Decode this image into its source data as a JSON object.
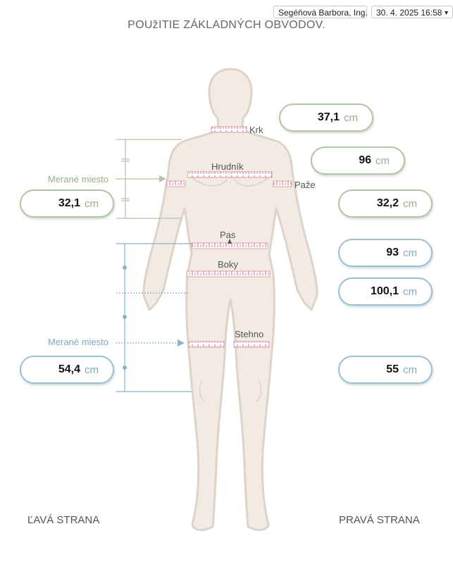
{
  "header": {
    "user": "Segéňová Barbora, Ing.",
    "datetime": "30. 4. 2025 16:58",
    "title": "POUžITIE ZÁKLADNÝCH OBVODOV."
  },
  "labels": {
    "neck": "Krk",
    "chest": "Hrudník",
    "arm": "Paže",
    "waist": "Pas",
    "hips": "Boky",
    "thigh": "Stehno",
    "measured_upper": "Merané miesto",
    "measured_lower": "Merané miesto",
    "left_side": "ĽAVÁ STRANA",
    "right_side": "PRAVÁ STRANA"
  },
  "unit": "cm",
  "measurements": {
    "neck": "37,1",
    "chest": "96",
    "arm_left": "32,1",
    "arm_right": "32,2",
    "waist": "93",
    "hips": "100,1",
    "thigh_left": "54,4",
    "thigh_right": "55"
  },
  "colors": {
    "upper_accent": "#b4c4a6",
    "lower_accent": "#9cc0d2",
    "body_fill": "#f1ebe3",
    "body_outline": "#ddd3c6",
    "tape": "#d98aa0"
  }
}
